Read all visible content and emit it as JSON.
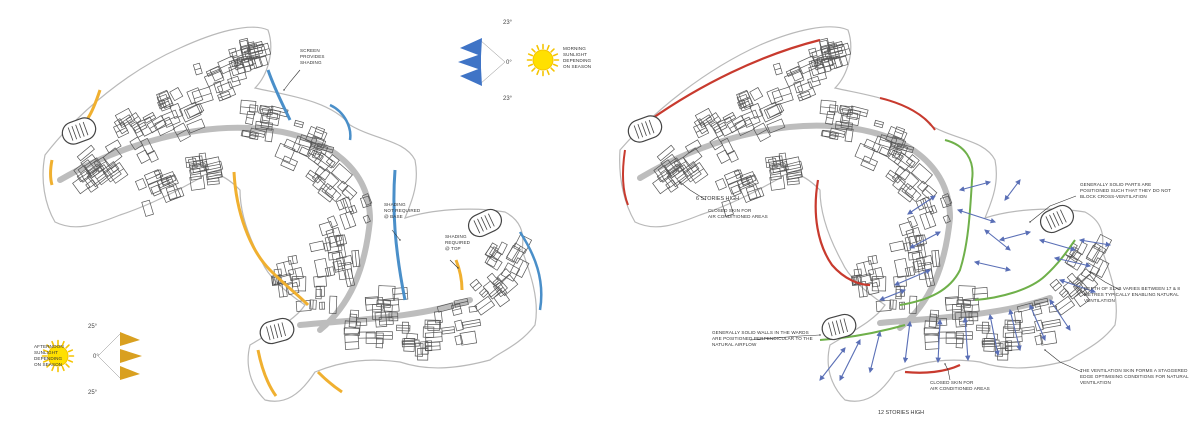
{
  "colors": {
    "wall": "#555555",
    "outline": "#b9b9b9",
    "shading_blue": "#4a8fc9",
    "sunlight_yellow": "#f0b030",
    "sun": "#f5c400",
    "sun_core": "#ffe000",
    "wedge_blue": "#3f74c6",
    "wedge_gold": "#d9a020",
    "closed_skin_red": "#c83a2e",
    "skin_green": "#6fb04a",
    "airflow_arrow": "#5a6fb6"
  },
  "icons": {
    "sun": "sun-icon",
    "wedge": "triangle-wedge-icon",
    "airflow": "arrow-icon"
  },
  "left_plan": {
    "labels": {
      "screen": [
        "SCREEN",
        "PROVIDES",
        "SHADING"
      ],
      "shading_not_required": [
        "SHADING",
        "NOT REQUIRED",
        "@ BASE"
      ],
      "shading_required": [
        "SHADING",
        "REQUIRED",
        "@ TOP"
      ],
      "morning": [
        "MORNING",
        "SUNLIGHT",
        "DEPENDING",
        "ON SEASON"
      ],
      "afternoon": [
        "AFTERNOON",
        "SUNLIGHT",
        "DEPENDING",
        "ON SEASON"
      ]
    },
    "morning_degrees": [
      "23°",
      "0°",
      "23°"
    ],
    "afternoon_degrees": [
      "25°",
      "0°",
      "25°"
    ]
  },
  "right_plan": {
    "labels": {
      "six_stories": "6 STORIES HIGH",
      "closed_skin_top": [
        "CLOSED SKIN FOR",
        "AIR CONDITIONED AREAS"
      ],
      "solid_parts": [
        "GENERALLY SOLID PARTS ARE",
        "POSITIONED SUCH THAT THEY DO NOT",
        "BLOCK CROSS-VENTILATION"
      ],
      "slab_depth": [
        "DEPTH OF SLAB VARIES BETWEEN 17 & 8",
        "METRES TYPICALLY ENABLING NATURAL",
        "VENTILATION"
      ],
      "solid_walls": [
        "GENERALLY SOLID WALLS IN THE WARDS",
        "ARE POSITIONED PERPENDICULAR TO THE",
        "NATURAL AIRFLOW"
      ],
      "closed_skin_bottom": [
        "CLOSED SKIN FOR",
        "AIR CONDITIONED AREAS"
      ],
      "ventilation_skin": [
        "THE VENTILATION SKIN FORMS A STAGGERED",
        "EDGE OPTIMISING CONDITIONS FOR NATURAL",
        "VENTILATION"
      ],
      "twelve_stories": "12 STORIES HIGH"
    }
  }
}
